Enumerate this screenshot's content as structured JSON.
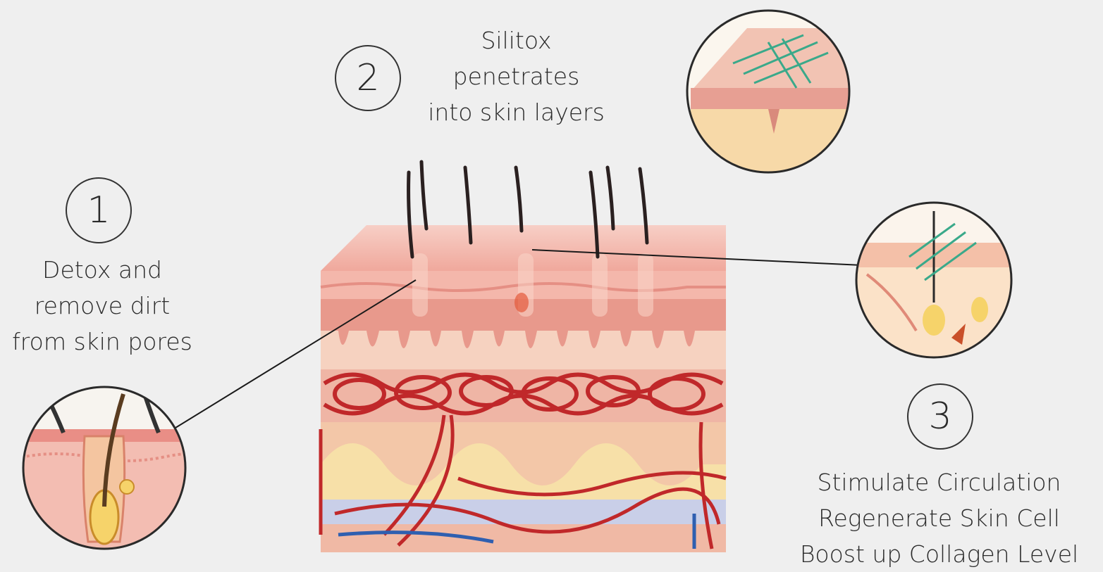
{
  "steps": [
    {
      "number": "1",
      "text": "Detox and\nremove dirt\nfrom skin pores"
    },
    {
      "number": "2",
      "text": "Silitox\npenetrates\ninto skin layers"
    },
    {
      "number": "3",
      "text": "Stimulate Circulation\nRegenerate Skin Cell\nBoost up Collagen Level"
    }
  ],
  "colors": {
    "background": "#efefef",
    "epidermis": "#f2b2a8",
    "dermis": "#e88a7e",
    "vessel": "#c0282a",
    "fat": "#f5d9a0",
    "vein": "#2f5fb0",
    "serum": "#3aa98a"
  }
}
